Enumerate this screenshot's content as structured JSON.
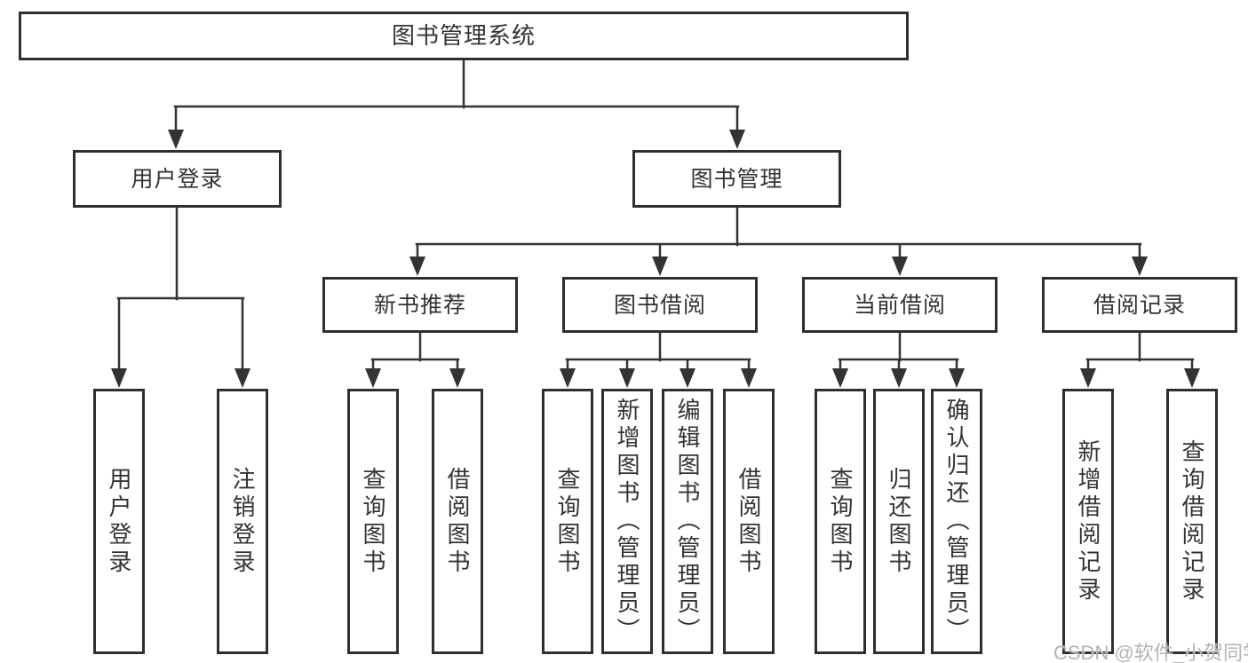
{
  "diagram_title": "图书管理系统",
  "tree": {
    "label": "图书管理系统",
    "children": [
      {
        "label": "用户登录",
        "children": [
          {
            "label": "用户登录"
          },
          {
            "label": "注销登录"
          }
        ]
      },
      {
        "label": "图书管理",
        "children": [
          {
            "label": "新书推荐",
            "children": [
              {
                "label": "查询图书"
              },
              {
                "label": "借阅图书"
              }
            ]
          },
          {
            "label": "图书借阅",
            "children": [
              {
                "label": "查询图书"
              },
              {
                "label": "新增图书（管理员）"
              },
              {
                "label": "编辑图书（管理员）"
              },
              {
                "label": "借阅图书"
              }
            ]
          },
          {
            "label": "当前借阅",
            "children": [
              {
                "label": "查询图书"
              },
              {
                "label": "归还图书"
              },
              {
                "label": "确认归还（管理员）"
              }
            ]
          },
          {
            "label": "借阅记录",
            "children": [
              {
                "label": "新增借阅记录"
              },
              {
                "label": "查询借阅记录"
              }
            ]
          }
        ]
      }
    ]
  },
  "watermark": {
    "text": "CSDN @软件_小贺同学"
  },
  "colors": {
    "line": "#333333",
    "box_border": "#2f2f2f",
    "text": "#333333",
    "watermark": "#b3b3b3",
    "background": "#ffffff"
  }
}
